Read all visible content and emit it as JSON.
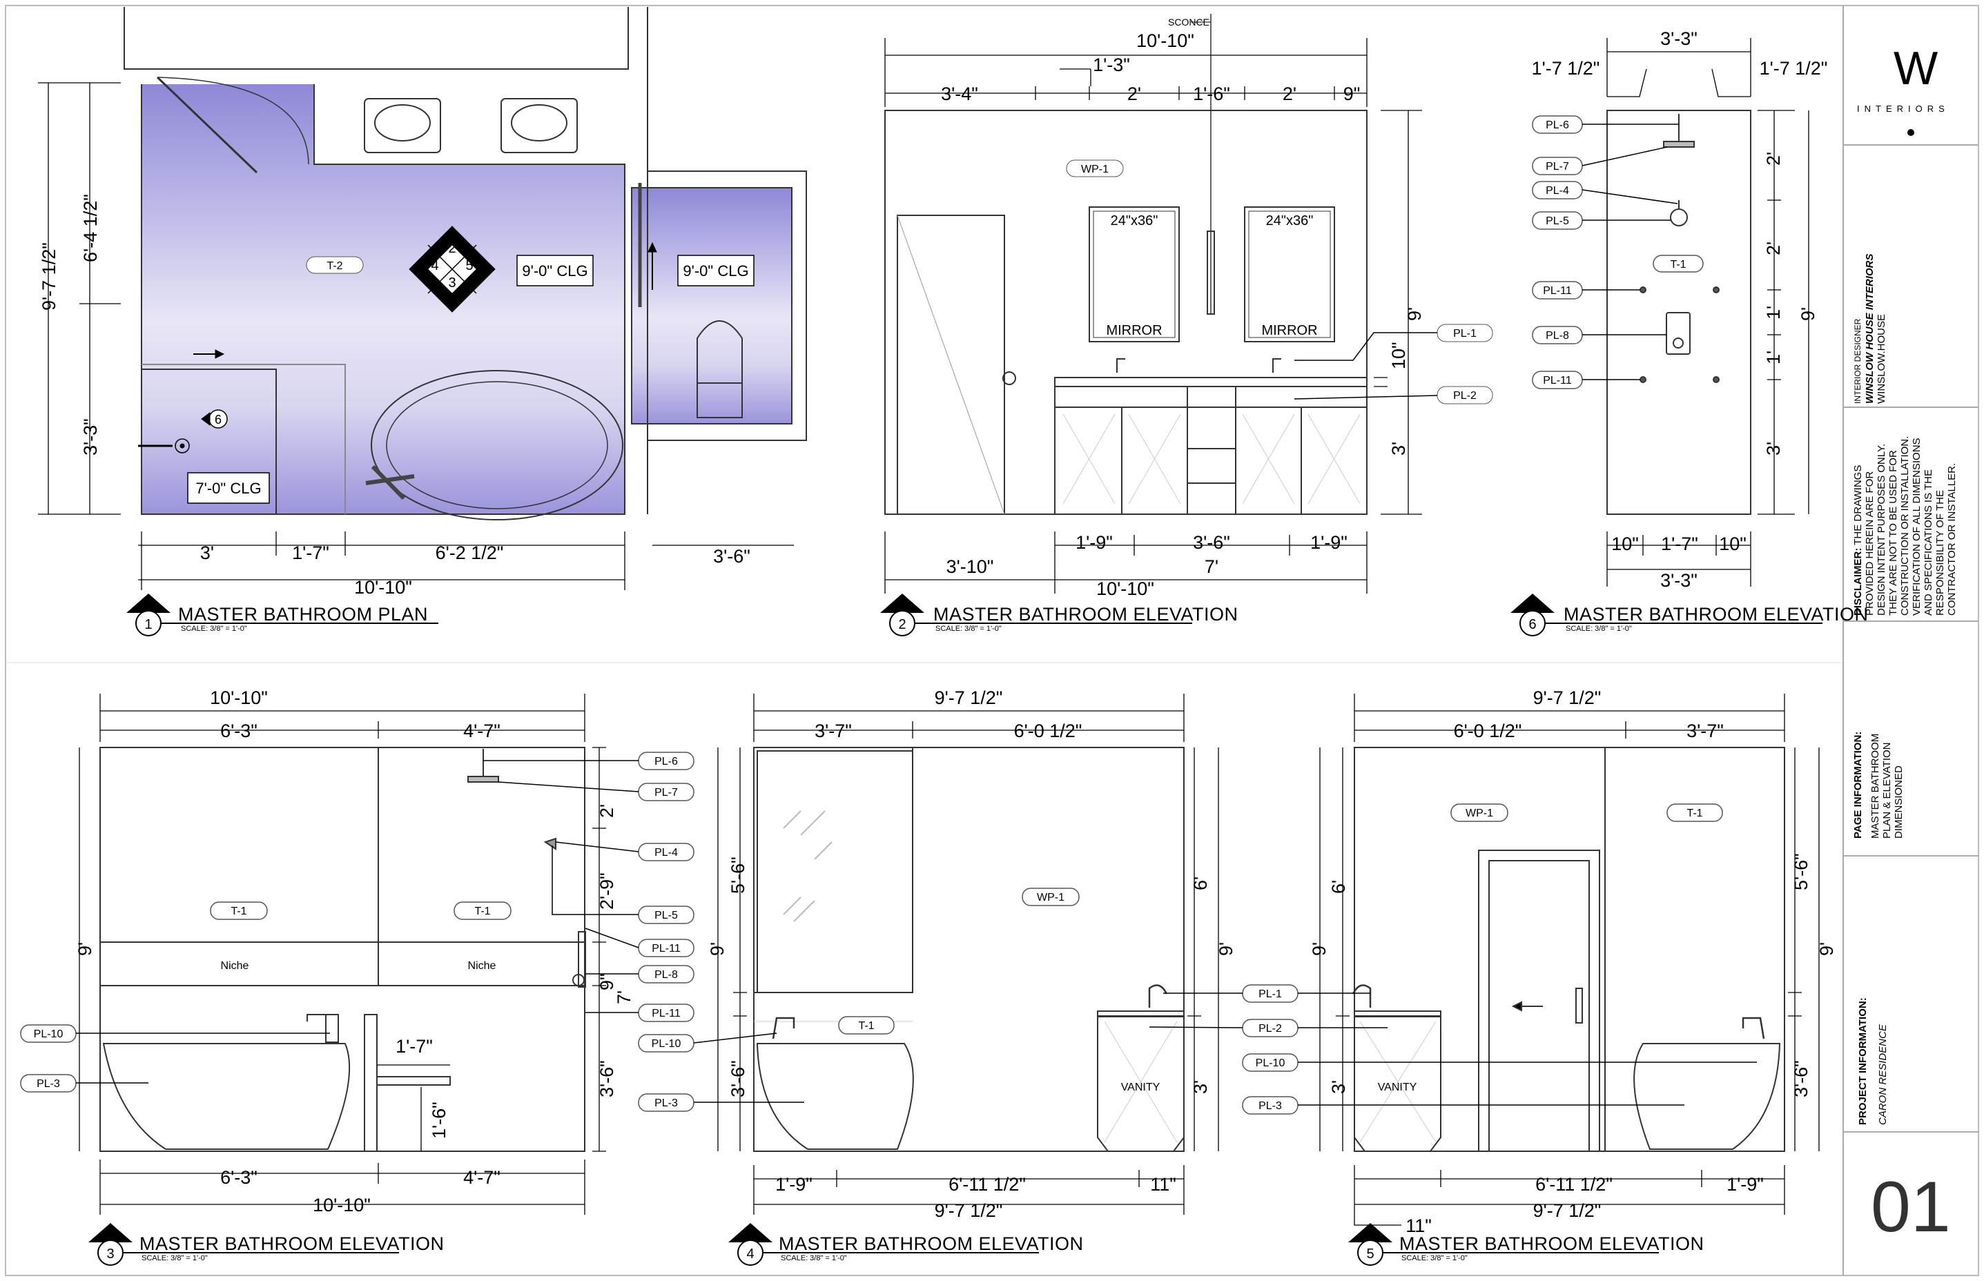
{
  "plan": {
    "ceilings": [
      "9'-0\" CLG",
      "9'-0\" CLG",
      "7'-0\" CLG"
    ],
    "tags": [
      "T-2"
    ],
    "key_numbers": [
      "2",
      "4",
      "5",
      "3"
    ],
    "marker": "6",
    "dims": {
      "left_total": "9'-7 1/2\"",
      "left_upper": "6'-4 1/2\"",
      "left_lower": "3'-3\"",
      "b1": "3'",
      "b2": "1'-7\"",
      "b3": "6'-2 1/2\"",
      "b4": "3'-6\"",
      "total": "10'-10\""
    }
  },
  "elev2": {
    "sconce": "SCONCE",
    "top_total": "10'-10\"",
    "top_small": "1'-3\"",
    "top_parts": [
      "3'-4\"",
      "2'",
      "1'-6\"",
      "2'",
      "9\""
    ],
    "mirror_size": "24\"x36\"",
    "mirror_label": "MIRROR",
    "wp": "WP-1",
    "height": "9'",
    "counter": "10\"",
    "vanity_h": "3'",
    "bottom_parts": [
      "1'-9\"",
      "3'-6\"",
      "1'-9\""
    ],
    "bottom_left": "3'-10\"",
    "bottom_mid": "7'",
    "bottom_total": "10'-10\"",
    "tags": [
      "PL-1",
      "PL-2"
    ]
  },
  "elev6": {
    "top": "3'-3\"",
    "top_side": "1'-7 1/2\"",
    "tags_left": [
      "PL-6",
      "PL-7",
      "PL-4",
      "PL-5",
      "PL-11",
      "PL-8",
      "PL-11"
    ],
    "t1": "T-1",
    "right_dims": [
      "2'",
      "2'",
      "1'",
      "1'",
      "3'"
    ],
    "right_total": "9'",
    "bottom_parts": [
      "10\"",
      "1'-7\"",
      "10\""
    ],
    "bottom_total": "3'-3\""
  },
  "elev3": {
    "top_total": "10'-10\"",
    "top_parts": [
      "6'-3\"",
      "4'-7\""
    ],
    "t1": "T-1",
    "niche": "Niche",
    "height": "9'",
    "right_dims": [
      "2'",
      "2'-9\"",
      "9\"",
      "7'",
      "3'-6\""
    ],
    "small_dims": [
      "1'-7\"",
      "1'-6\""
    ],
    "tags_right": [
      "PL-6",
      "PL-7",
      "PL-4",
      "PL-5",
      "PL-11",
      "PL-8",
      "PL-11"
    ],
    "tags_left": [
      "PL-10",
      "PL-3"
    ],
    "bottom_parts": [
      "6'-3\"",
      "4'-7\""
    ],
    "bottom_total": "10'-10\""
  },
  "elev4": {
    "top_total": "9'-7 1/2\"",
    "top_parts": [
      "3'-7\"",
      "6'-0 1/2\""
    ],
    "wp": "WP-1",
    "t1": "T-1",
    "vanity": "VANITY",
    "left_dims": [
      "5'-6\"",
      "9'",
      "3'-6\""
    ],
    "right_dims": [
      "6'",
      "9'",
      "3'"
    ],
    "tags_left": [
      "PL-10",
      "PL-3"
    ],
    "bottom_parts": [
      "1'-9\"",
      "6'-11 1/2\"",
      "11\""
    ],
    "bottom_total": "9'-7 1/2\""
  },
  "elev5": {
    "top_total": "9'-7 1/2\"",
    "top_parts": [
      "6'-0 1/2\"",
      "3'-7\""
    ],
    "wp": "WP-1",
    "t1": "T-1",
    "vanity": "VANITY",
    "left_dims": [
      "6'",
      "9'",
      "3'"
    ],
    "right_dims": [
      "5'-6\"",
      "9'",
      "3'-6\""
    ],
    "tags_left": [
      "PL-1",
      "PL-2",
      "PL-10",
      "PL-3"
    ],
    "bottom_parts": [
      "6'-11 1/2\"",
      "1'-9\""
    ],
    "bottom_total": "9'-7 1/2\"",
    "bottom_small": "11\""
  },
  "titles": {
    "t1": {
      "num": "1",
      "text": "MASTER BATHROOM PLAN",
      "scale": "SCALE: 3/8\" = 1'-0\""
    },
    "t2": {
      "num": "2",
      "text": "MASTER BATHROOM ELEVATION",
      "scale": "SCALE: 3/8\" = 1'-0\""
    },
    "t6": {
      "num": "6",
      "text": "MASTER BATHROOM ELEVATION",
      "scale": "SCALE: 3/8\" = 1'-0\""
    },
    "t3": {
      "num": "3",
      "text": "MASTER BATHROOM ELEVATION",
      "scale": "SCALE: 3/8\" = 1'-0\""
    },
    "t4": {
      "num": "4",
      "text": "MASTER BATHROOM ELEVATION",
      "scale": "SCALE: 3/8\" = 1'-0\""
    },
    "t5": {
      "num": "5",
      "text": "MASTER BATHROOM ELEVATION",
      "scale": "SCALE: 3/8\" = 1'-0\""
    }
  },
  "titleblock": {
    "logo_letter": "W",
    "logo_sub": "INTERIORS",
    "designer_label": "INTERIOR DESIGNER",
    "designer_name": "WINSLOW HOUSE INTERIORS",
    "designer_web": "WINSLOW.HOUSE",
    "disclaimer_label": "DISCLAIMER:",
    "disclaimer_lines": [
      "THE DRAWINGS",
      "PROVIDED HEREIN ARE FOR",
      "DESIGN INTENT PURPOSES ONLY.",
      "THEY ARE NOT TO BE USED FOR",
      "CONSTRUCTION OR INSTALLATION.",
      "VERIFICATION OF ALL DIMENSIONS",
      "AND SPECIFICATIONS IS THE",
      "RESPONSIBILITY OF THE",
      "CONTRACTOR OR INSTALLER."
    ],
    "page_info_label": "PAGE INFORMATION:",
    "page_info_lines": [
      "MASTER BATHROOM",
      "PLAN & ELEVATION",
      "DIMENSIONED"
    ],
    "project_label": "PROJECT INFORMATION:",
    "project_name": "CARON RESIDENCE",
    "sheet_number": "01"
  }
}
